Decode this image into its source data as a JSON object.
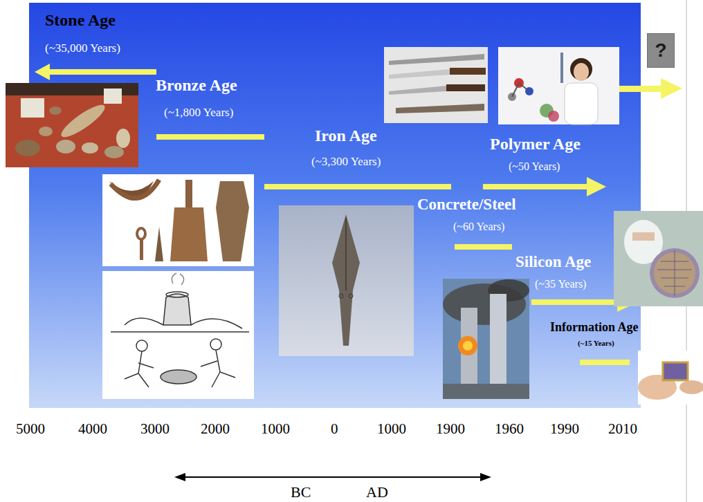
{
  "diagram": {
    "nodes": [
      {
        "text": [
          "?"
        ]
      }
    ],
    "labels": [
      "Stone Age",
      "(~35,000 Years)",
      "Bronze Age",
      "(~1,800 Years)",
      "Iron Age",
      "(~3,300 Years)",
      "Polymer Age",
      "(~50 Years)",
      "Concrete/Steel",
      "(~60 Years)",
      "Silicon Age",
      "(~35 Years)",
      "Information Age",
      "(~15 Years)",
      "5000",
      "4000",
      "3000",
      "2000",
      "1000",
      "0",
      "1000",
      "1900",
      "1960",
      "1990",
      "2010",
      "BC",
      "AD"
    ]
  }
}
